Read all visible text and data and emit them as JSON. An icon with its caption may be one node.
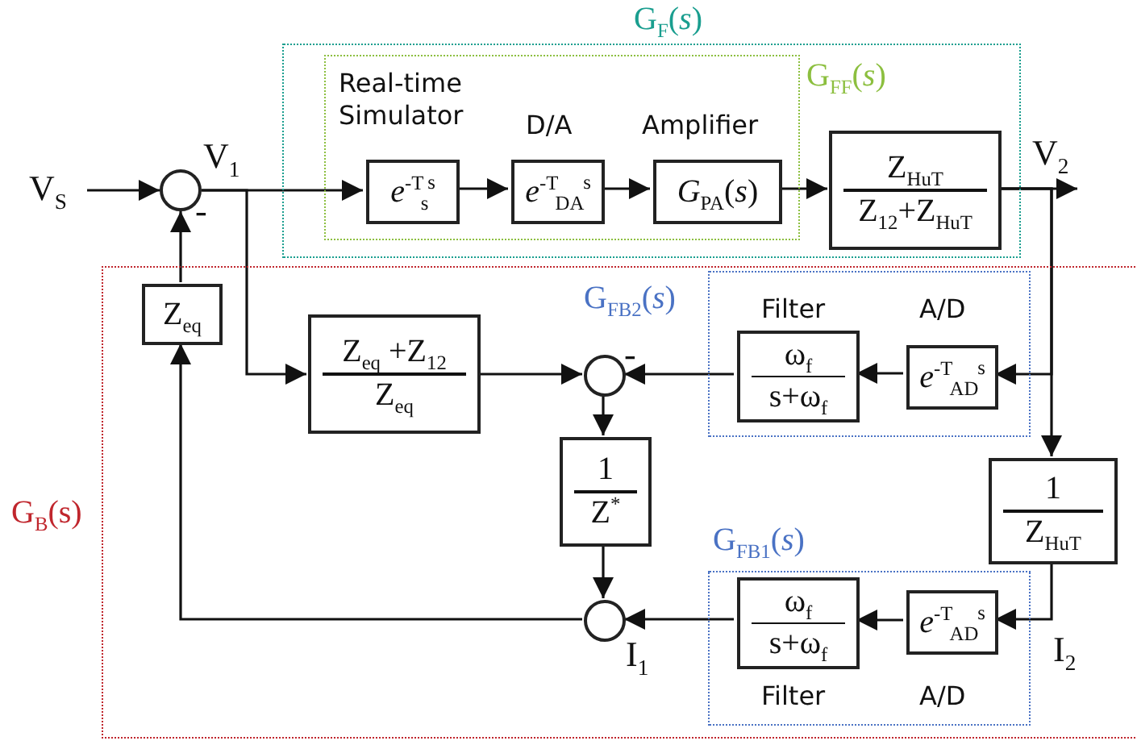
{
  "diagram": {
    "nodes": [
      {
        "text": [
          "G$_{F}$(*s*)"
        ]
      },
      {
        "text": [
          "G$_{FF}$(*s*)"
        ],
        "in": 0
      },
      {
        "text": [
          "*e*$^{-T}$$_{s}$$^{s}$"
        ],
        "in": 1,
        "beside": [
          "Real-time Simulator"
        ]
      },
      {
        "text": [
          "*e*$^{-T}$$_{DA}$$^{s}$"
        ],
        "in": 1,
        "beside": [
          "D/A"
        ]
      },
      {
        "text": [
          "*G*$_{PA}$(*s*)"
        ],
        "in": 1,
        "beside": [
          "Amplifier"
        ]
      },
      {
        "text": [
          "Z$_{HuT}$",
          "Z$_{12}$+Z$_{HuT}$"
        ],
        "in": 0
      },
      {
        "text": [
          "G$_{B}$(s)"
        ]
      },
      {
        "text": [
          "G$_{FB2}$(*s*)"
        ],
        "in": 6
      },
      {
        "text": [
          "ω$_{f}$",
          "s+ω$_{f}$"
        ],
        "in": 7,
        "beside": [
          "Filter"
        ]
      },
      {
        "text": [
          "*e*$^{-T}$$_{AD}$$^{s}$"
        ],
        "in": 7,
        "beside": [
          "A/D"
        ]
      },
      {
        "text": [
          "G$_{FB1}$(*s*)"
        ],
        "in": 6
      },
      {
        "text": [
          "ω$_{f}$",
          "s+ω$_{f}$"
        ],
        "in": 10,
        "beside": [
          "Filter"
        ]
      },
      {
        "text": [
          "*e*$^{-T}$$_{AD}$$^{s}$"
        ],
        "in": 10,
        "beside": [
          "A/D"
        ]
      },
      {
        "text": [
          "Z$_{eq}$"
        ],
        "in": 6
      },
      {
        "text": [
          "Z$_{eq}$ +Z$_{12}$",
          "Z$_{eq}$"
        ],
        "in": 6
      },
      {
        "text": [],
        "shape": "circle"
      },
      {
        "text": [],
        "shape": "circle",
        "in": 6
      },
      {
        "text": [
          "1",
          "Z$^{*}$"
        ],
        "in": 6
      },
      {
        "text": [],
        "shape": "circle",
        "in": 6
      },
      {
        "text": [
          "1",
          "Z$_{HuT}$"
        ],
        "in": 6
      },
      {
        "text": [
          "V$_{S}$"
        ]
      },
      {
        "text": [
          "V$_{2}$"
        ]
      }
    ],
    "edges": [
      {
        "from": 20,
        "to": 15,
        "arrow": "to"
      },
      {
        "from": 15,
        "to": 2,
        "arrow": "to"
      },
      {
        "from": 2,
        "to": 3,
        "arrow": "to"
      },
      {
        "from": 3,
        "to": 4,
        "arrow": "to"
      },
      {
        "from": 4,
        "to": 5,
        "arrow": "to"
      },
      {
        "from": 5,
        "to": 21,
        "arrow": "to"
      },
      {
        "from": 5,
        "to": 19,
        "arrow": "to"
      },
      {
        "from": 5,
        "to": 9,
        "arrow": "to"
      },
      {
        "from": 9,
        "to": 8,
        "arrow": "to"
      },
      {
        "from": 8,
        "to": 16,
        "arrow": "to"
      },
      {
        "from": 15,
        "to": 14,
        "arrow": "to"
      },
      {
        "from": 14,
        "to": 16,
        "arrow": "to"
      },
      {
        "from": 16,
        "to": 17,
        "arrow": "to"
      },
      {
        "from": 17,
        "to": 18,
        "arrow": "to"
      },
      {
        "from": 19,
        "to": 12,
        "arrow": "to"
      },
      {
        "from": 12,
        "to": 11,
        "arrow": "to"
      },
      {
        "from": 11,
        "to": 18,
        "arrow": "to"
      },
      {
        "from": 18,
        "to": 13,
        "arrow": "to"
      },
      {
        "from": 13,
        "to": 15,
        "arrow": "to"
      }
    ],
    "labels": [
      "V$_{1}$",
      "-",
      "-",
      "I$_{1}$",
      "I$_{2}$"
    ]
  }
}
